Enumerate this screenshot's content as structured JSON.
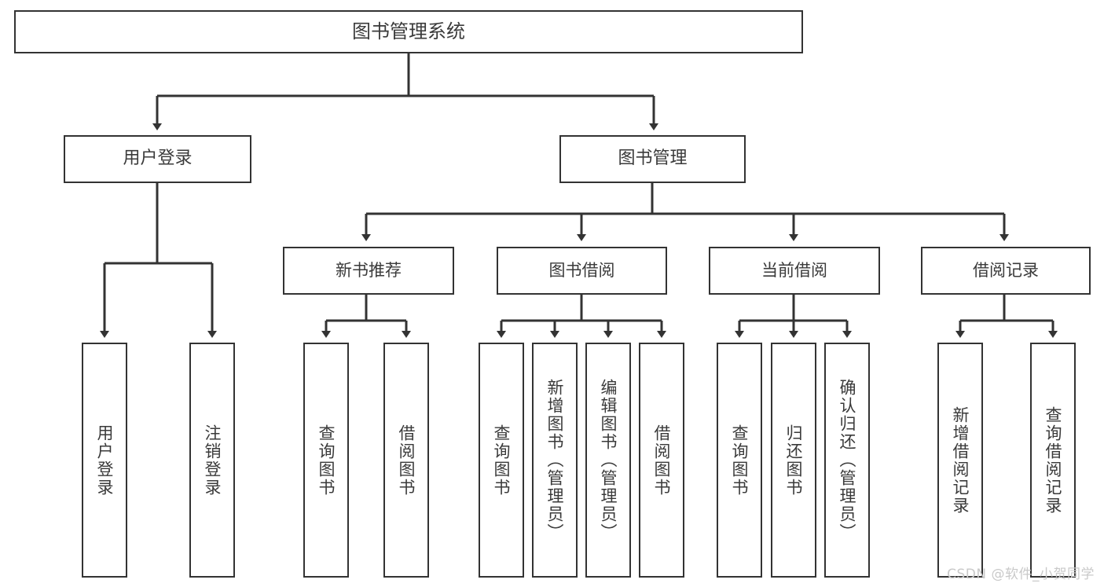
{
  "diagram": {
    "type": "tree",
    "title": "图书管理系统",
    "watermark": "CSDN @软件_小贺同学",
    "colors": {
      "stroke": "#333333",
      "text": "#3a3a3a",
      "background": "#ffffff",
      "watermark": "#c9c9c9"
    },
    "root": {
      "label": "图书管理系统"
    },
    "level1": [
      {
        "label": "用户登录"
      },
      {
        "label": "图书管理"
      }
    ],
    "level2": [
      {
        "label": "新书推荐"
      },
      {
        "label": "图书借阅"
      },
      {
        "label": "当前借阅"
      },
      {
        "label": "借阅记录"
      }
    ],
    "leaves": {
      "user_login": [
        {
          "label": "用户登录"
        },
        {
          "label": "注销登录"
        }
      ],
      "new_book_recommend": [
        {
          "label": "查询图书"
        },
        {
          "label": "借阅图书"
        }
      ],
      "book_borrow": [
        {
          "label": "查询图书"
        },
        {
          "label": "新增图书（管理员）"
        },
        {
          "label": "编辑图书（管理员）"
        },
        {
          "label": "借阅图书"
        }
      ],
      "current_borrow": [
        {
          "label": "查询图书"
        },
        {
          "label": "归还图书"
        },
        {
          "label": "确认归还（管理员）"
        }
      ],
      "borrow_record": [
        {
          "label": "新增借阅记录"
        },
        {
          "label": "查询借阅记录"
        }
      ]
    }
  }
}
